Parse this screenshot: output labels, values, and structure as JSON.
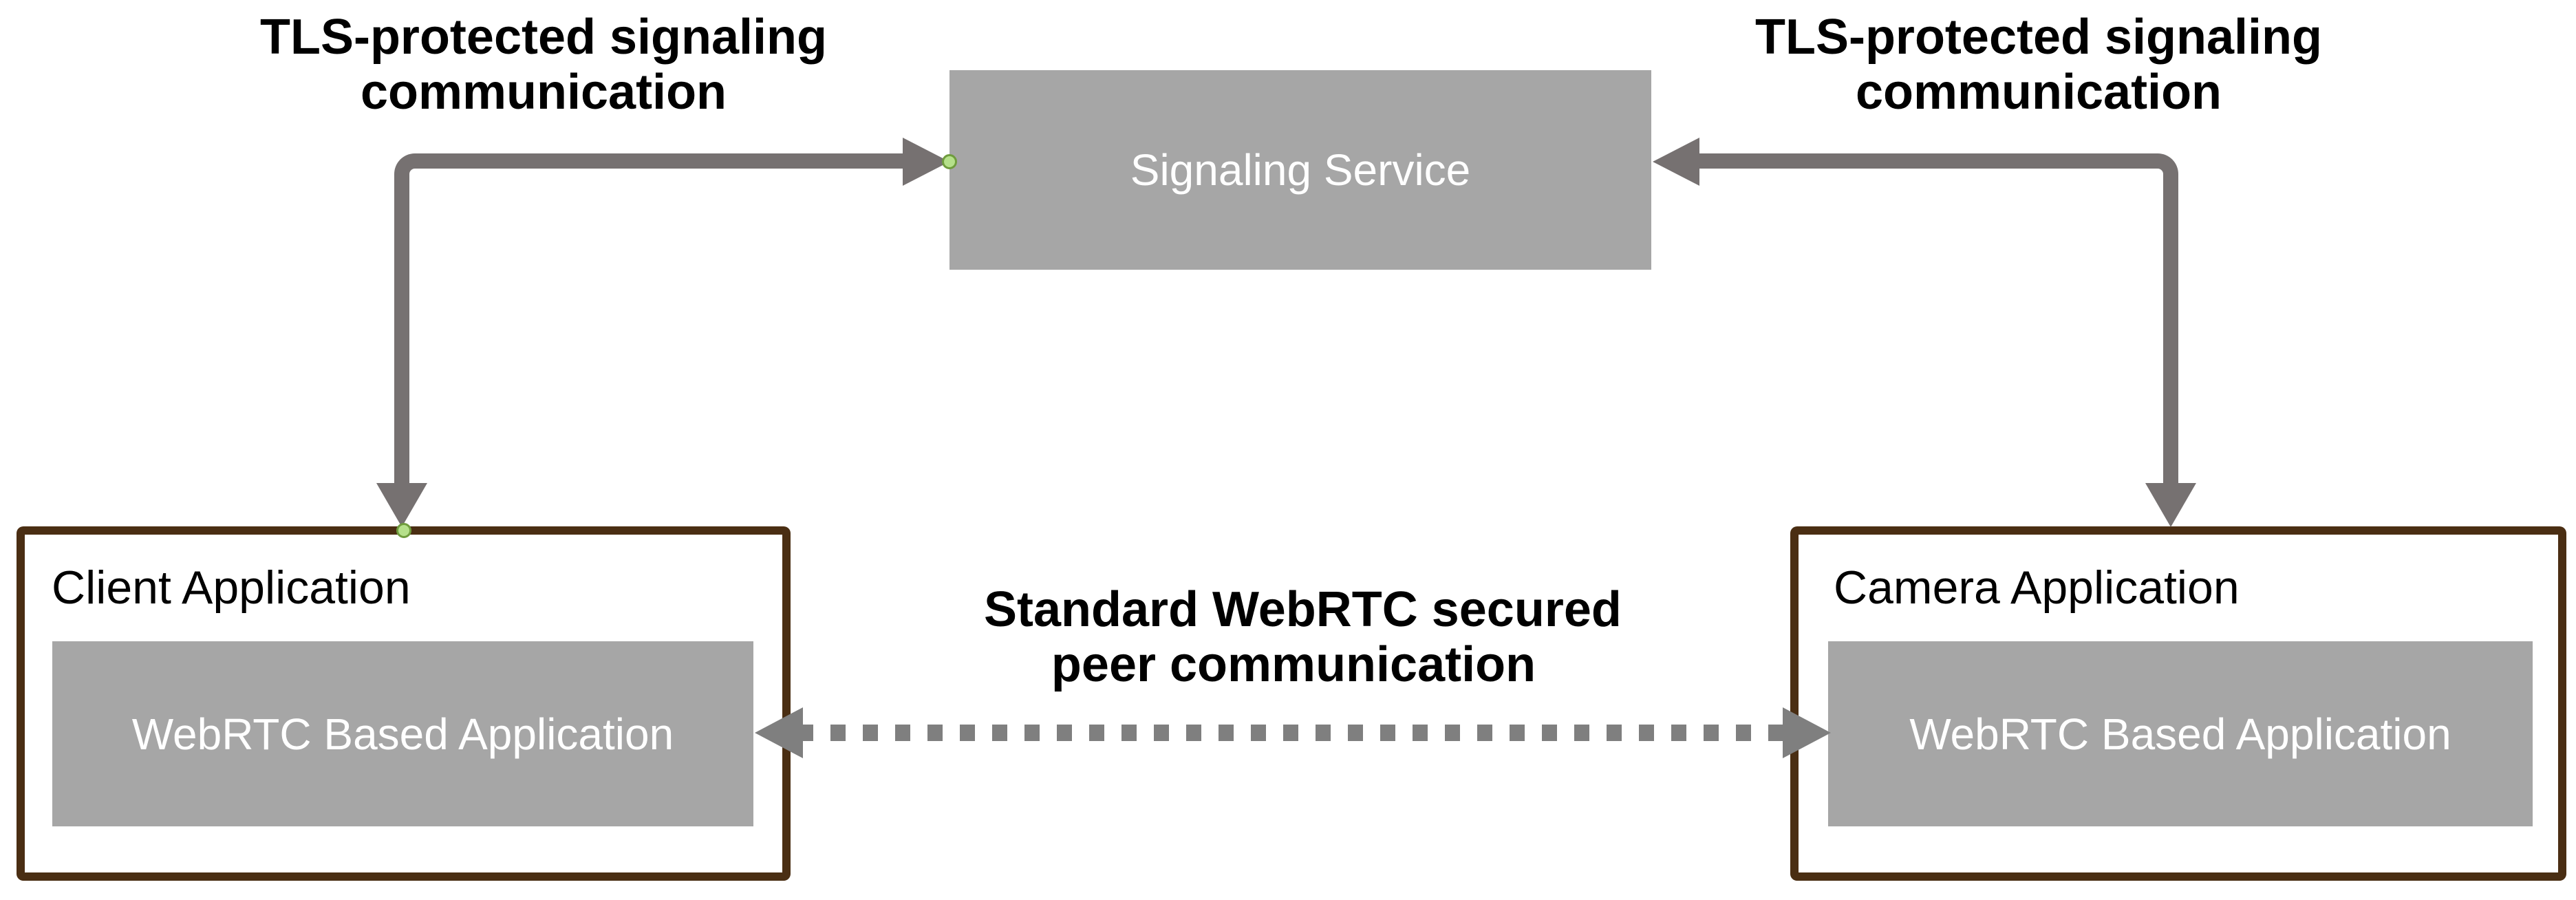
{
  "colors": {
    "background": "#ffffff",
    "node_gray": "#a6a6a6",
    "node_text": "#ffffff",
    "connector_gray": "#767171",
    "dashed_gray": "#7f7f7f",
    "border_brown": "#4a2e13",
    "label_text": "#000000",
    "dot_fill": "#b5e08a",
    "dot_stroke": "#6f9c3d"
  },
  "labels": {
    "tls_left": {
      "line1": "TLS-protected signaling",
      "line2": "communication"
    },
    "tls_right": {
      "line1": "TLS-protected signaling",
      "line2": "communication"
    },
    "peer": {
      "line1": "Standard WebRTC secured",
      "line2": "peer communication"
    }
  },
  "nodes": {
    "signaling_service": {
      "label": "Signaling Service"
    },
    "client_application": {
      "title": "Client Application",
      "inner_label": "WebRTC Based Application"
    },
    "camera_application": {
      "title": "Camera Application",
      "inner_label": "WebRTC Based Application"
    }
  }
}
